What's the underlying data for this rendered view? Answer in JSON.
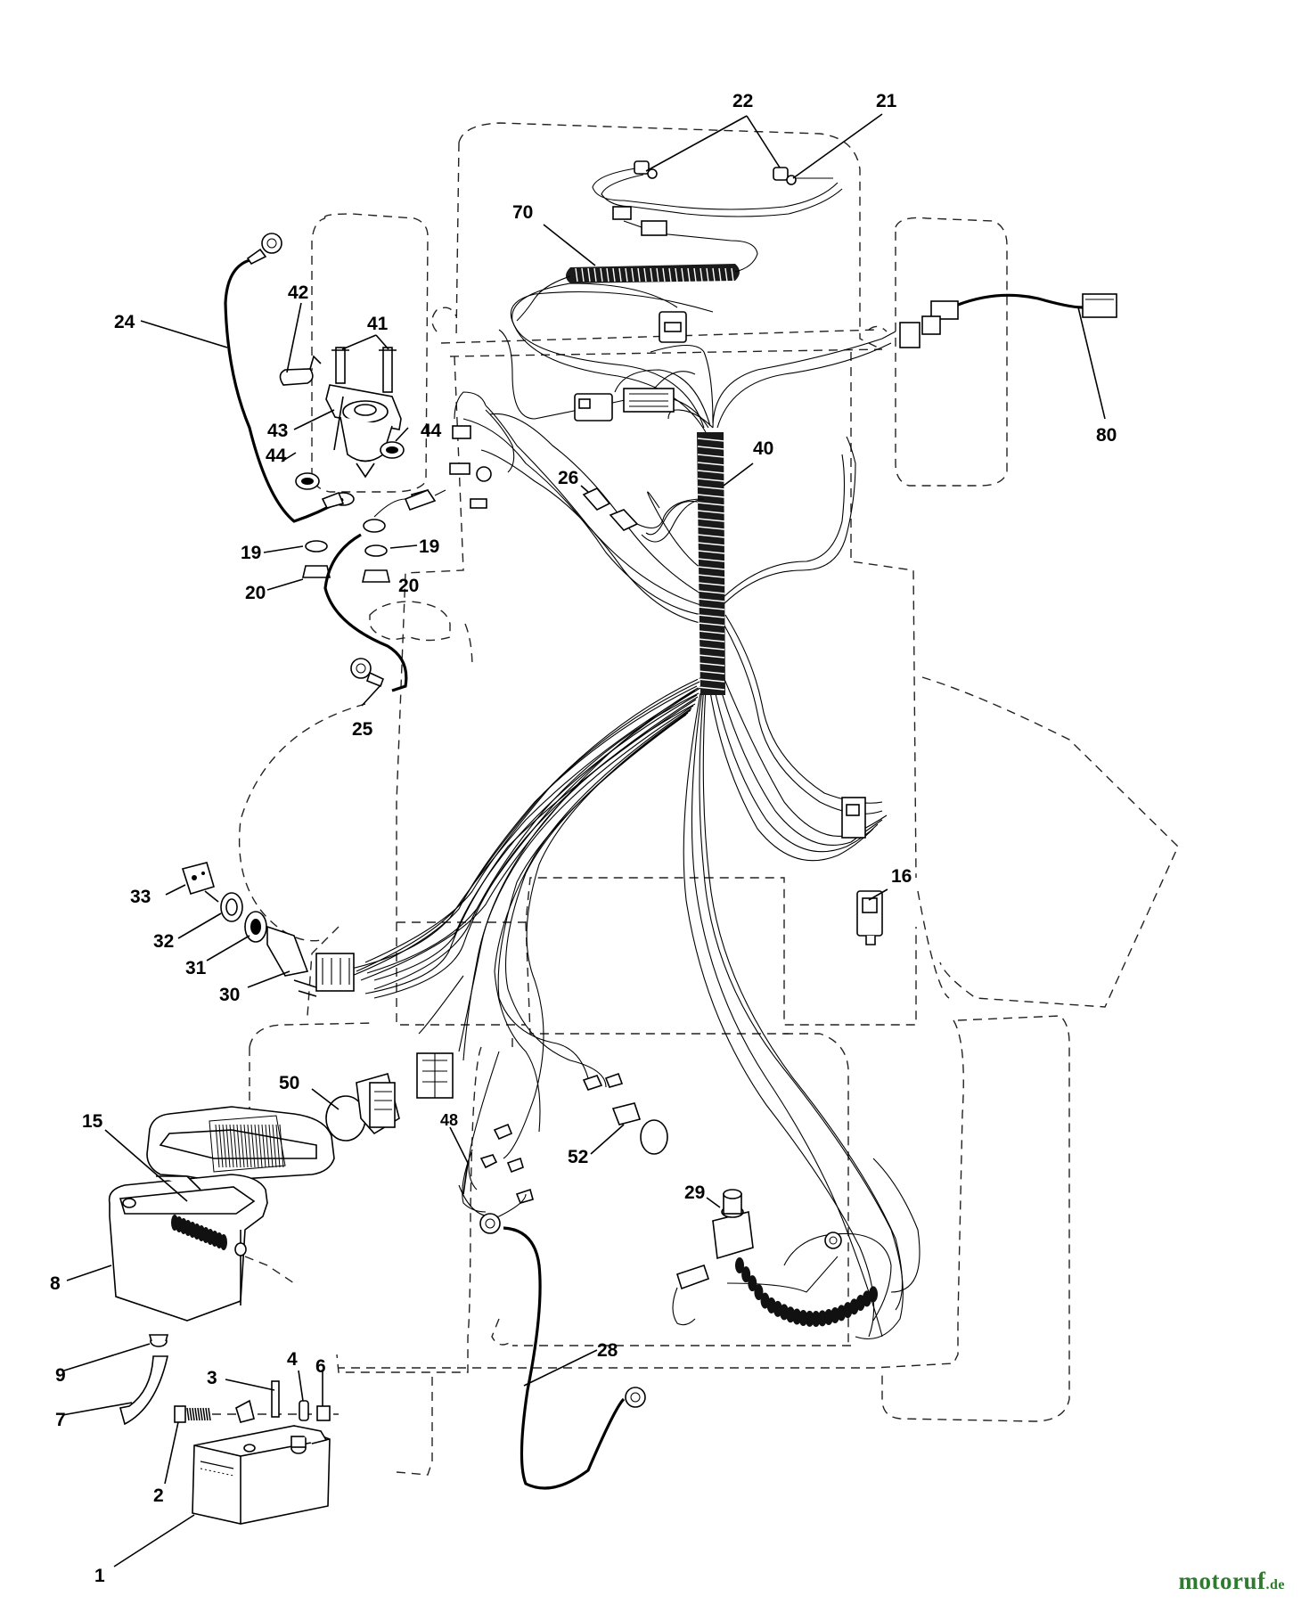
{
  "callouts": {
    "c1": "1",
    "c2": "2",
    "c3": "3",
    "c4": "4",
    "c6": "6",
    "c7": "7",
    "c8": "8",
    "c9": "9",
    "c15": "15",
    "c16": "16",
    "c19a": "19",
    "c19b": "19",
    "c20a": "20",
    "c20b": "20",
    "c21": "21",
    "c22": "22",
    "c24": "24",
    "c25": "25",
    "c26": "26",
    "c28": "28",
    "c29": "29",
    "c30": "30",
    "c31": "31",
    "c32": "32",
    "c33": "33",
    "c40": "40",
    "c41": "41",
    "c42": "42",
    "c43": "43",
    "c44a": "44",
    "c44b": "44",
    "c48": "48",
    "c50": "50",
    "c52": "52",
    "c70": "70",
    "c80": "80"
  },
  "watermark": {
    "name": "motoruf",
    "tld": ".de",
    "color": "#2e7a2e"
  }
}
